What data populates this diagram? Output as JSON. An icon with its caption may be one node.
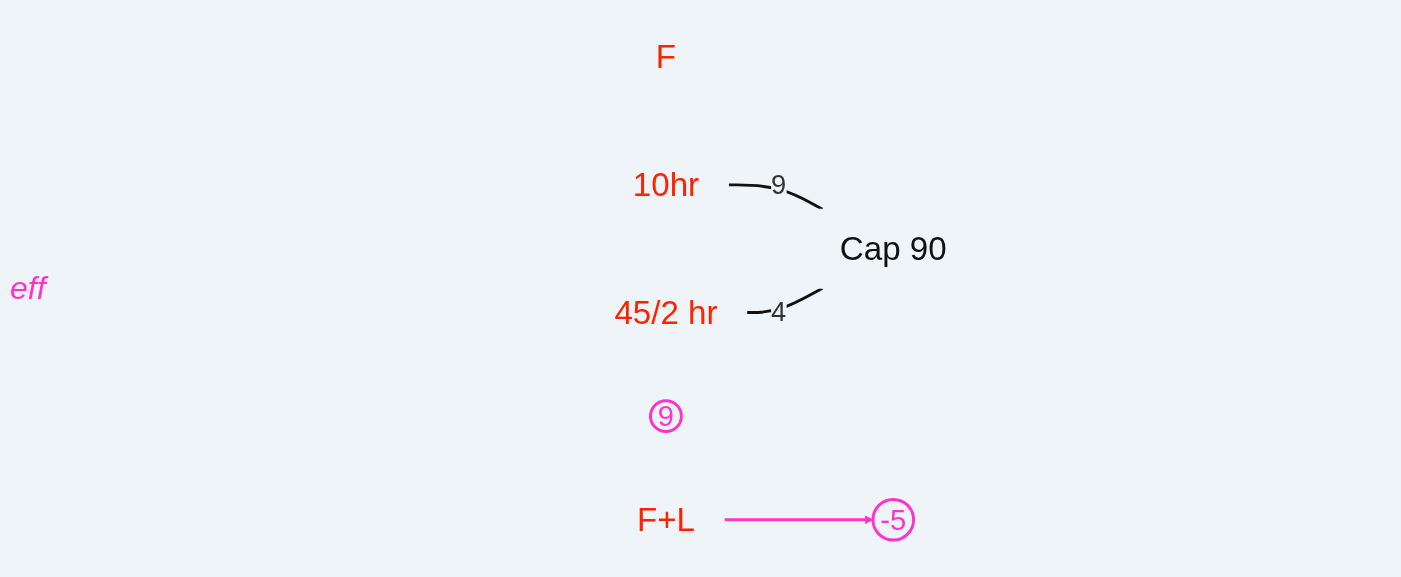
{
  "diagram": {
    "nodes": [
      {
        "text": [
          "F"
        ]
      },
      {
        "text": [
          "10hr"
        ]
      },
      {
        "text": [
          "Cap 90"
        ]
      },
      {
        "text": [
          "F+L"
        ]
      },
      {
        "text": [
          "9"
        ]
      },
      {
        "text": [
          "-5"
        ]
      },
      {
        "text": [
          "45/2 hr"
        ]
      }
    ],
    "edges": [
      {
        "from": 1,
        "to": 2,
        "arrow": "none",
        "label": "9"
      },
      {
        "from": 6,
        "to": 2,
        "arrow": "none",
        "label": "4"
      },
      {
        "from": 3,
        "to": 5,
        "arrow": "to",
        "color": "#ff33cc"
      }
    ],
    "labels": [
      "eff"
    ]
  }
}
